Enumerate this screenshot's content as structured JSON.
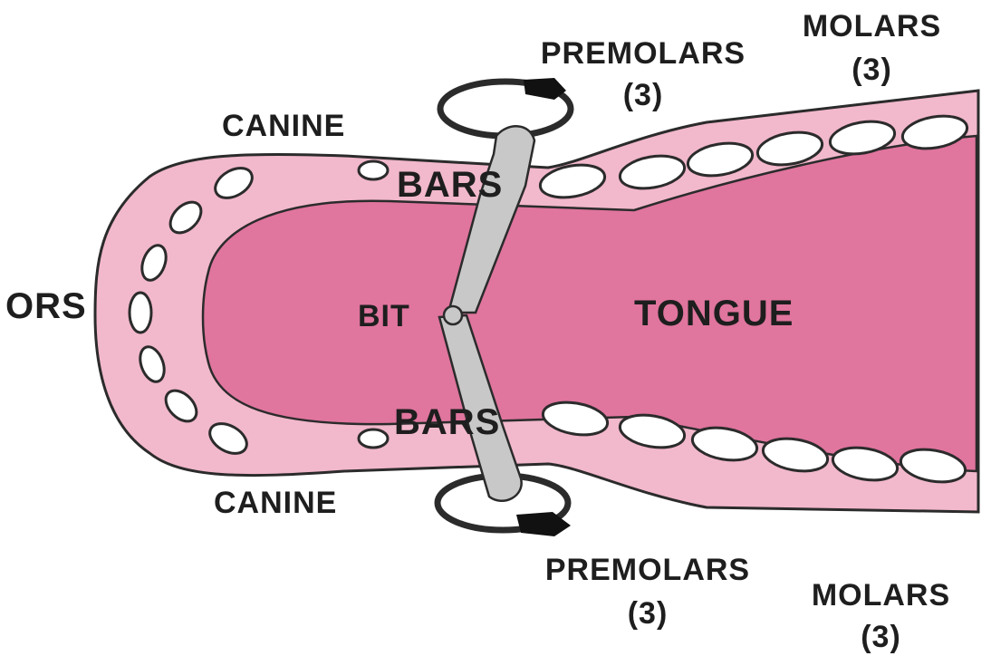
{
  "labels": {
    "incisors": "ORS",
    "canine_top": "CANINE",
    "canine_bottom": "CANINE",
    "premolars_top": "PREMOLARS",
    "premolars_top_count": "(3)",
    "premolars_bottom": "PREMOLARS",
    "premolars_bottom_count": "(3)",
    "molars_top": "MOLARS",
    "molars_top_count": "(3)",
    "molars_bottom": "MOLARS",
    "molars_bottom_count": "(3)",
    "bars_top": "BARS",
    "bars_bottom": "BARS",
    "bit": "BIT",
    "tongue": "TONGUE"
  },
  "colors": {
    "gum": "#f2b8cc",
    "tongue": "#e0759e",
    "tooth": "#ffffff",
    "outline": "#2b2b2b",
    "bit_metal": "#c8c8c8",
    "bit_ring": "#ffffff",
    "bit_ring_dark": "#111111"
  }
}
